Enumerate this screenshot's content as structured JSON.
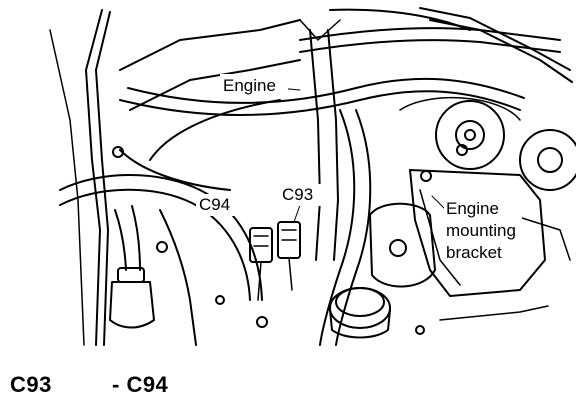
{
  "labels": {
    "engine": "Engine",
    "c94": "C94",
    "c93": "C93",
    "bracket_line1": "Engine",
    "bracket_line2": "mounting",
    "bracket_line3": "bracket"
  },
  "caption": {
    "left": "C93",
    "right": "- C94"
  },
  "colors": {
    "ink": "#000000",
    "paper": "#ffffff"
  }
}
